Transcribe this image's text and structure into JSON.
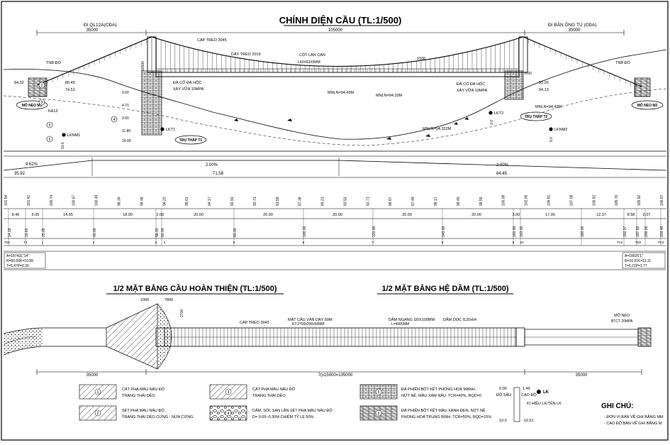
{
  "elevation": {
    "title": "CHÍNH DIỆN CẦU (TL:1/500)",
    "left_direction": "ĐI QL12A(CĐA)",
    "right_direction": "ĐI BẢN ÔNG TÚ (CĐA)",
    "dims_top": [
      "35000",
      "105000",
      "35000"
    ],
    "labels": {
      "main_cable": "CÁP TREO 3045",
      "hanger": "DÂY TREO 2019",
      "railing_post": "CỘT LAN CAN",
      "railing_spec": "L63X63X5MM",
      "tower_height": "16500",
      "sag_dim": "1500",
      "stone_masonry_left": "ĐÁ CỐ ĐÁ HỘC",
      "stone_masonry_left2": "XÂY VỮA 10MPA",
      "stone_masonry_right": "ĐÁ CỐ ĐÁ HỘC",
      "stone_masonry_right2": "XÂY VỮA 10MPA",
      "fill_left": "TNB ĐỔ",
      "fill_right": "TNB ĐỔ",
      "abutment_left": "MỐ NEO M1",
      "abutment_right": "MỐ NEO M2",
      "tower_left": "TRỤ THÁP T1",
      "tower_right": "TRỤ THÁP T2",
      "water_level_1": "MNLN=94.43M",
      "water_level_2": "MNLN=94.33M",
      "water_level_3": "MNLN=94.322M",
      "water_level_4": "MNLN=94.43M",
      "borehole_1": "LKNM1",
      "borehole_2": "LKT1",
      "borehole_3": "LKT2",
      "borehole_4": "LKNM2",
      "depth_left": "10.6",
      "depth_right": "5.0",
      "depth_mid": "3.0",
      "ka": "KA13",
      "elev_1": "84.02",
      "elev_2": "80.45",
      "elev_3": "74.51",
      "elev_4": "93.20",
      "elev_5": "94.13"
    }
  },
  "profile_table": {
    "slopes": [
      "9.62%",
      "2.00%",
      "2.00%"
    ],
    "slope_lengths": [
      "35.92",
      "71.58",
      "84.45"
    ],
    "row_elev_top": [
      "101.54",
      "101.41",
      "100.74",
      "100.67",
      "100.49",
      "98.34",
      "96.48",
      "96.22",
      "95.61",
      "94.17",
      "92.91",
      "93.71",
      "91.59",
      "87.38",
      "84.21",
      "83.53",
      "82.71",
      "86.67",
      "97.49",
      "98.17",
      "99.40",
      "99.55",
      "100.08",
      "102.05",
      "106.81",
      "107.08",
      "106.92",
      "105.76",
      "105.92",
      "106.07"
    ],
    "row_distances": [
      "8.46",
      "6.05",
      "14.95",
      "18.00",
      "2.00",
      "20.00",
      "20.00",
      "20.00",
      "20.00",
      "20.00",
      "3.00",
      "17.00",
      "12.37",
      "8.58",
      "2.07"
    ],
    "row_stations": [
      "14.18",
      "19.63",
      "25.05",
      "40.00",
      "58.00",
      "60.00",
      "80.00",
      "100.00",
      "120.00",
      "140.00",
      "160.00",
      "163.00",
      "180.00",
      "192.37",
      "197.92",
      "200.00",
      "203.48"
    ],
    "row_points": [
      "TD1",
      "T1",
      "1",
      "2",
      "3",
      "4",
      "5",
      "6",
      "7",
      "8",
      "9",
      "10",
      "TC2",
      "TD2",
      "TC3"
    ],
    "curve_left": [
      "A=187431\"14\"",
      "R=50.00K=10.89",
      "T=5.47P=0.30"
    ],
    "curve_right": [
      "A=18625'1\"",
      "R=10.01K=11.11",
      "T=6.21P=1.77"
    ]
  },
  "plan": {
    "title_left": "1/2 MẶT BẰNG CẦU HOÀN THIỆN (TL:1/500)",
    "title_right": "1/2 MẶT BẰNG HỆ DẦM (TL:1/500)",
    "dims_top": [
      "1000",
      "7800"
    ],
    "dim_2700": "2700",
    "labels": {
      "main_cable": "CÁP TREO 3045",
      "deck": "MẶT CẦU VÁN DÀY 50M",
      "deck2": "KT:2700x200x50MM",
      "cross_beam": "DẦM NGANG I20X100MM",
      "cross_beam2": "L=4000MM",
      "long_beam": "DẦM DỌC I120x64",
      "anchor": "MỐ NEO",
      "anchor2": "BTCT 20MPA"
    },
    "dims_bottom": [
      "35000",
      "7(x15000=105000",
      "35000"
    ]
  },
  "legend": {
    "items": [
      {
        "num": "1",
        "line1": "CÁT PHA MÀU NÂU ĐỎ",
        "line2": "TRẠNG THÁI DẺO"
      },
      {
        "num": "2",
        "line1": "SÉT PHA MÀU NÂU ĐỎ",
        "line2": "TRẠNG THÁI DẺO CỨNG - NỬA CỨNG"
      },
      {
        "num": "3",
        "line1": "CÁT PHA MÀU NÂU ĐỎ",
        "line2": "TRẠNG THÁI DẺO"
      },
      {
        "num": "4",
        "line1": "DĂM, SỎI, SẠN LẪN SÉT PHA MÀU NÂU ĐỎ",
        "line2": "D= 0.05~0.30M CHIẾM TỶ LỆ 50%"
      },
      {
        "num": "5",
        "line1": "ĐÁ PHIẾN BỘT KẾT PHONG HOÁ MẠNH,",
        "line2": "NỨT NẺ, MÀU XÁM NÂU. TCR=40%, RQD=0"
      },
      {
        "num": "6",
        "line1": "ĐÁ PHIẾN BỘT KẾT MÀU XANH ĐEN, NỨT NẺ",
        "line2": "PHONG HOÁ TRUNG BÌNH. TCR=50%, RQD=15%"
      }
    ],
    "borehole_sym": {
      "depth_top": "0.00",
      "depth_label": "ĐỘ SÂU",
      "elev_top": "1.49",
      "elev_label": "CAO ĐỘ",
      "name": "LK",
      "caption": "KÍ HIỆU LK/TÊN LK",
      "depth_bottom": "10.0",
      "elev_bottom": "-10.51"
    },
    "notes_title": "GHI CHÚ:",
    "notes": [
      "- ĐƠN VỊ BẢN VẼ GHI BẰNG MM",
      "- CAO ĐỘ BẢN VẼ GHI BẰNG M"
    ]
  }
}
